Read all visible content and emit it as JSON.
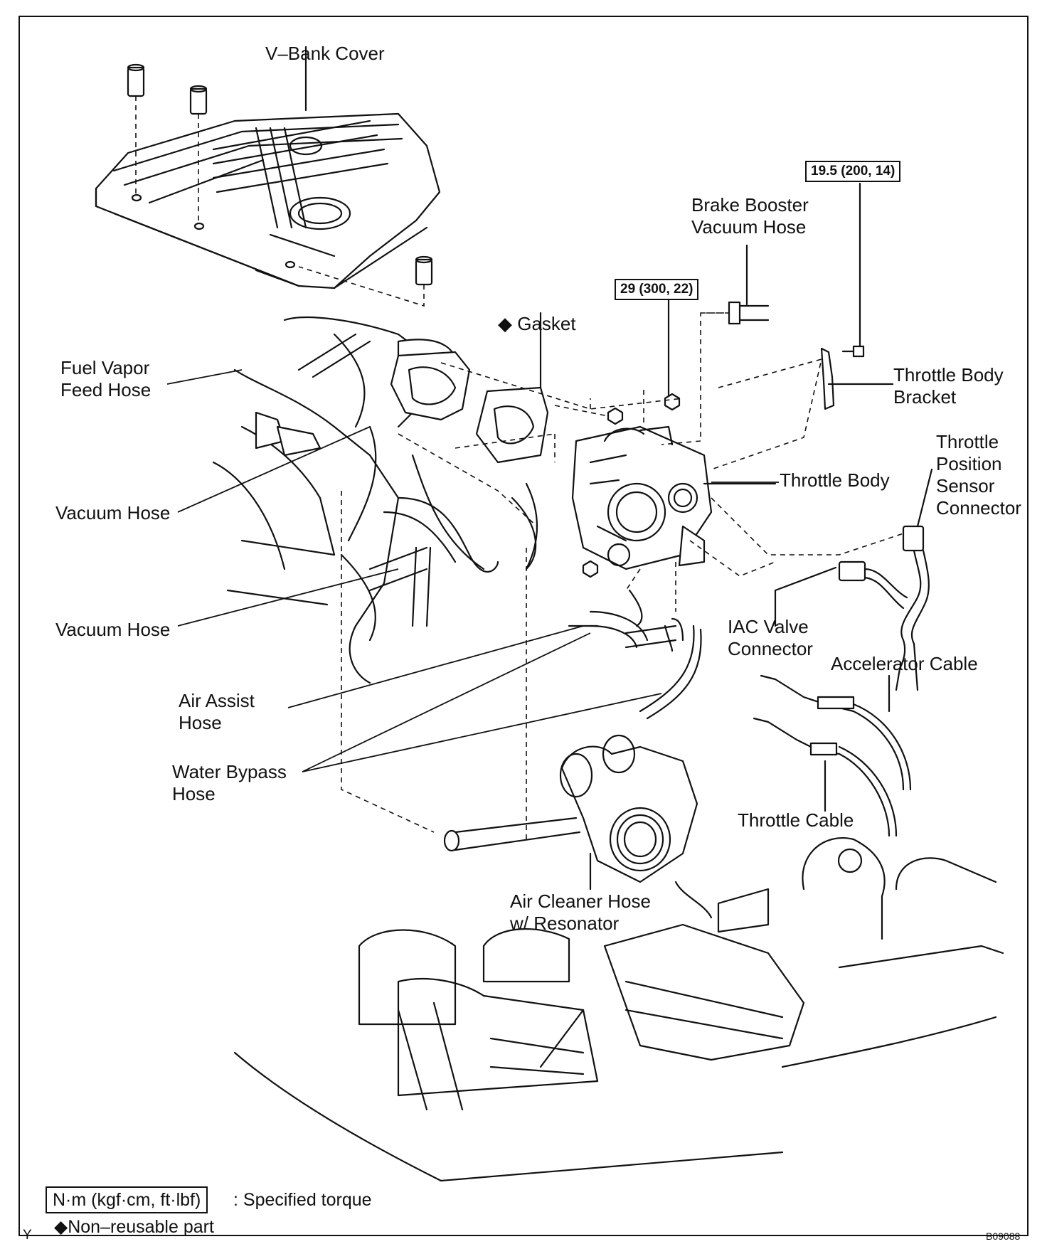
{
  "labels": {
    "v_bank_cover": [
      "V–Bank Cover"
    ],
    "fuel_vapor_feed_hose": [
      "Fuel Vapor",
      "Feed Hose"
    ],
    "gasket": [
      "◆ Gasket"
    ],
    "brake_booster_vacuum_hose": [
      "Brake Booster",
      "Vacuum Hose"
    ],
    "throttle_body_bracket": [
      "Throttle Body",
      "Bracket"
    ],
    "throttle_body": [
      "Throttle Body"
    ],
    "throttle_position_sensor_connector": [
      "Throttle",
      "Position",
      "Sensor",
      "Connector"
    ],
    "vacuum_hose_upper": [
      "Vacuum Hose"
    ],
    "vacuum_hose_lower": [
      "Vacuum Hose"
    ],
    "iac_valve_connector": [
      "IAC Valve",
      "Connector"
    ],
    "accelerator_cable": [
      "Accelerator Cable"
    ],
    "air_assist_hose": [
      "Air  Assist",
      "Hose"
    ],
    "water_bypass_hose": [
      "Water Bypass",
      "Hose"
    ],
    "throttle_cable": [
      "Throttle Cable"
    ],
    "air_cleaner_hose": [
      "Air Cleaner Hose",
      "w/ Resonator"
    ]
  },
  "torque_specs": {
    "bracket_bolt": "19.5 (200, 14)",
    "throttle_body_nut": "29 (300, 22)"
  },
  "legend": {
    "torque_unit": "N·m (kgf·cm, ft·lbf)",
    "torque_text": ": Specified torque",
    "non_reusable": "◆Non–reusable part"
  },
  "corner": {
    "left": "Y",
    "figure_id": "B09088"
  }
}
